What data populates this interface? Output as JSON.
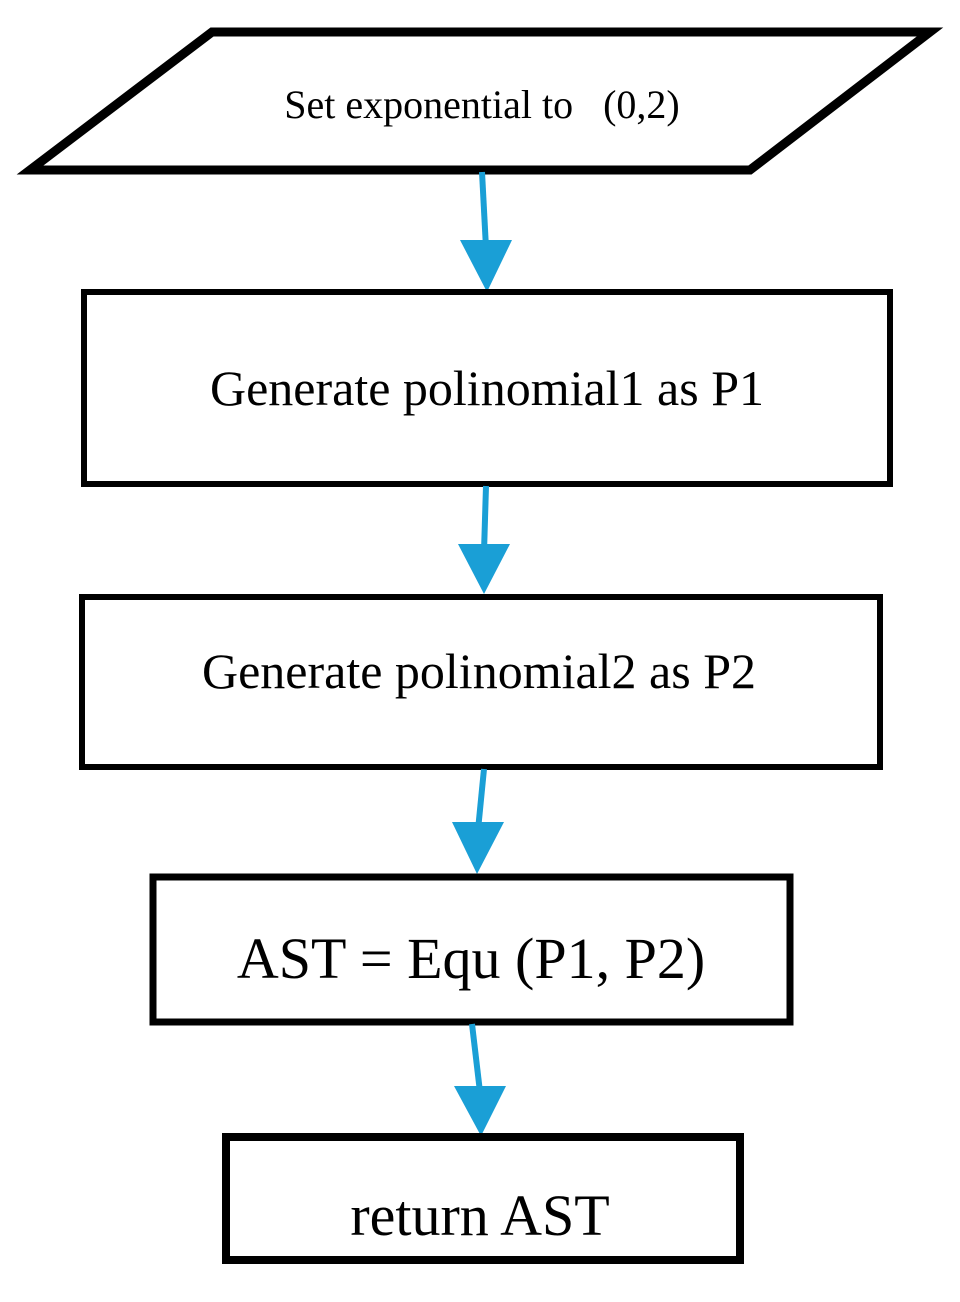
{
  "colors": {
    "arrow": "#1a9fd6",
    "stroke": "#000000",
    "background": "#ffffff"
  },
  "flowchart": {
    "steps": [
      {
        "shape": "parallelogram",
        "label": "Set exponential to   (0,2)"
      },
      {
        "shape": "rectangle",
        "label": "Generate polinomial1 as P1"
      },
      {
        "shape": "rectangle",
        "label": "Generate polinomial2 as P2"
      },
      {
        "shape": "rectangle",
        "label": "AST = Equ (P1, P2)"
      },
      {
        "shape": "rectangle",
        "label": "return AST"
      }
    ]
  }
}
